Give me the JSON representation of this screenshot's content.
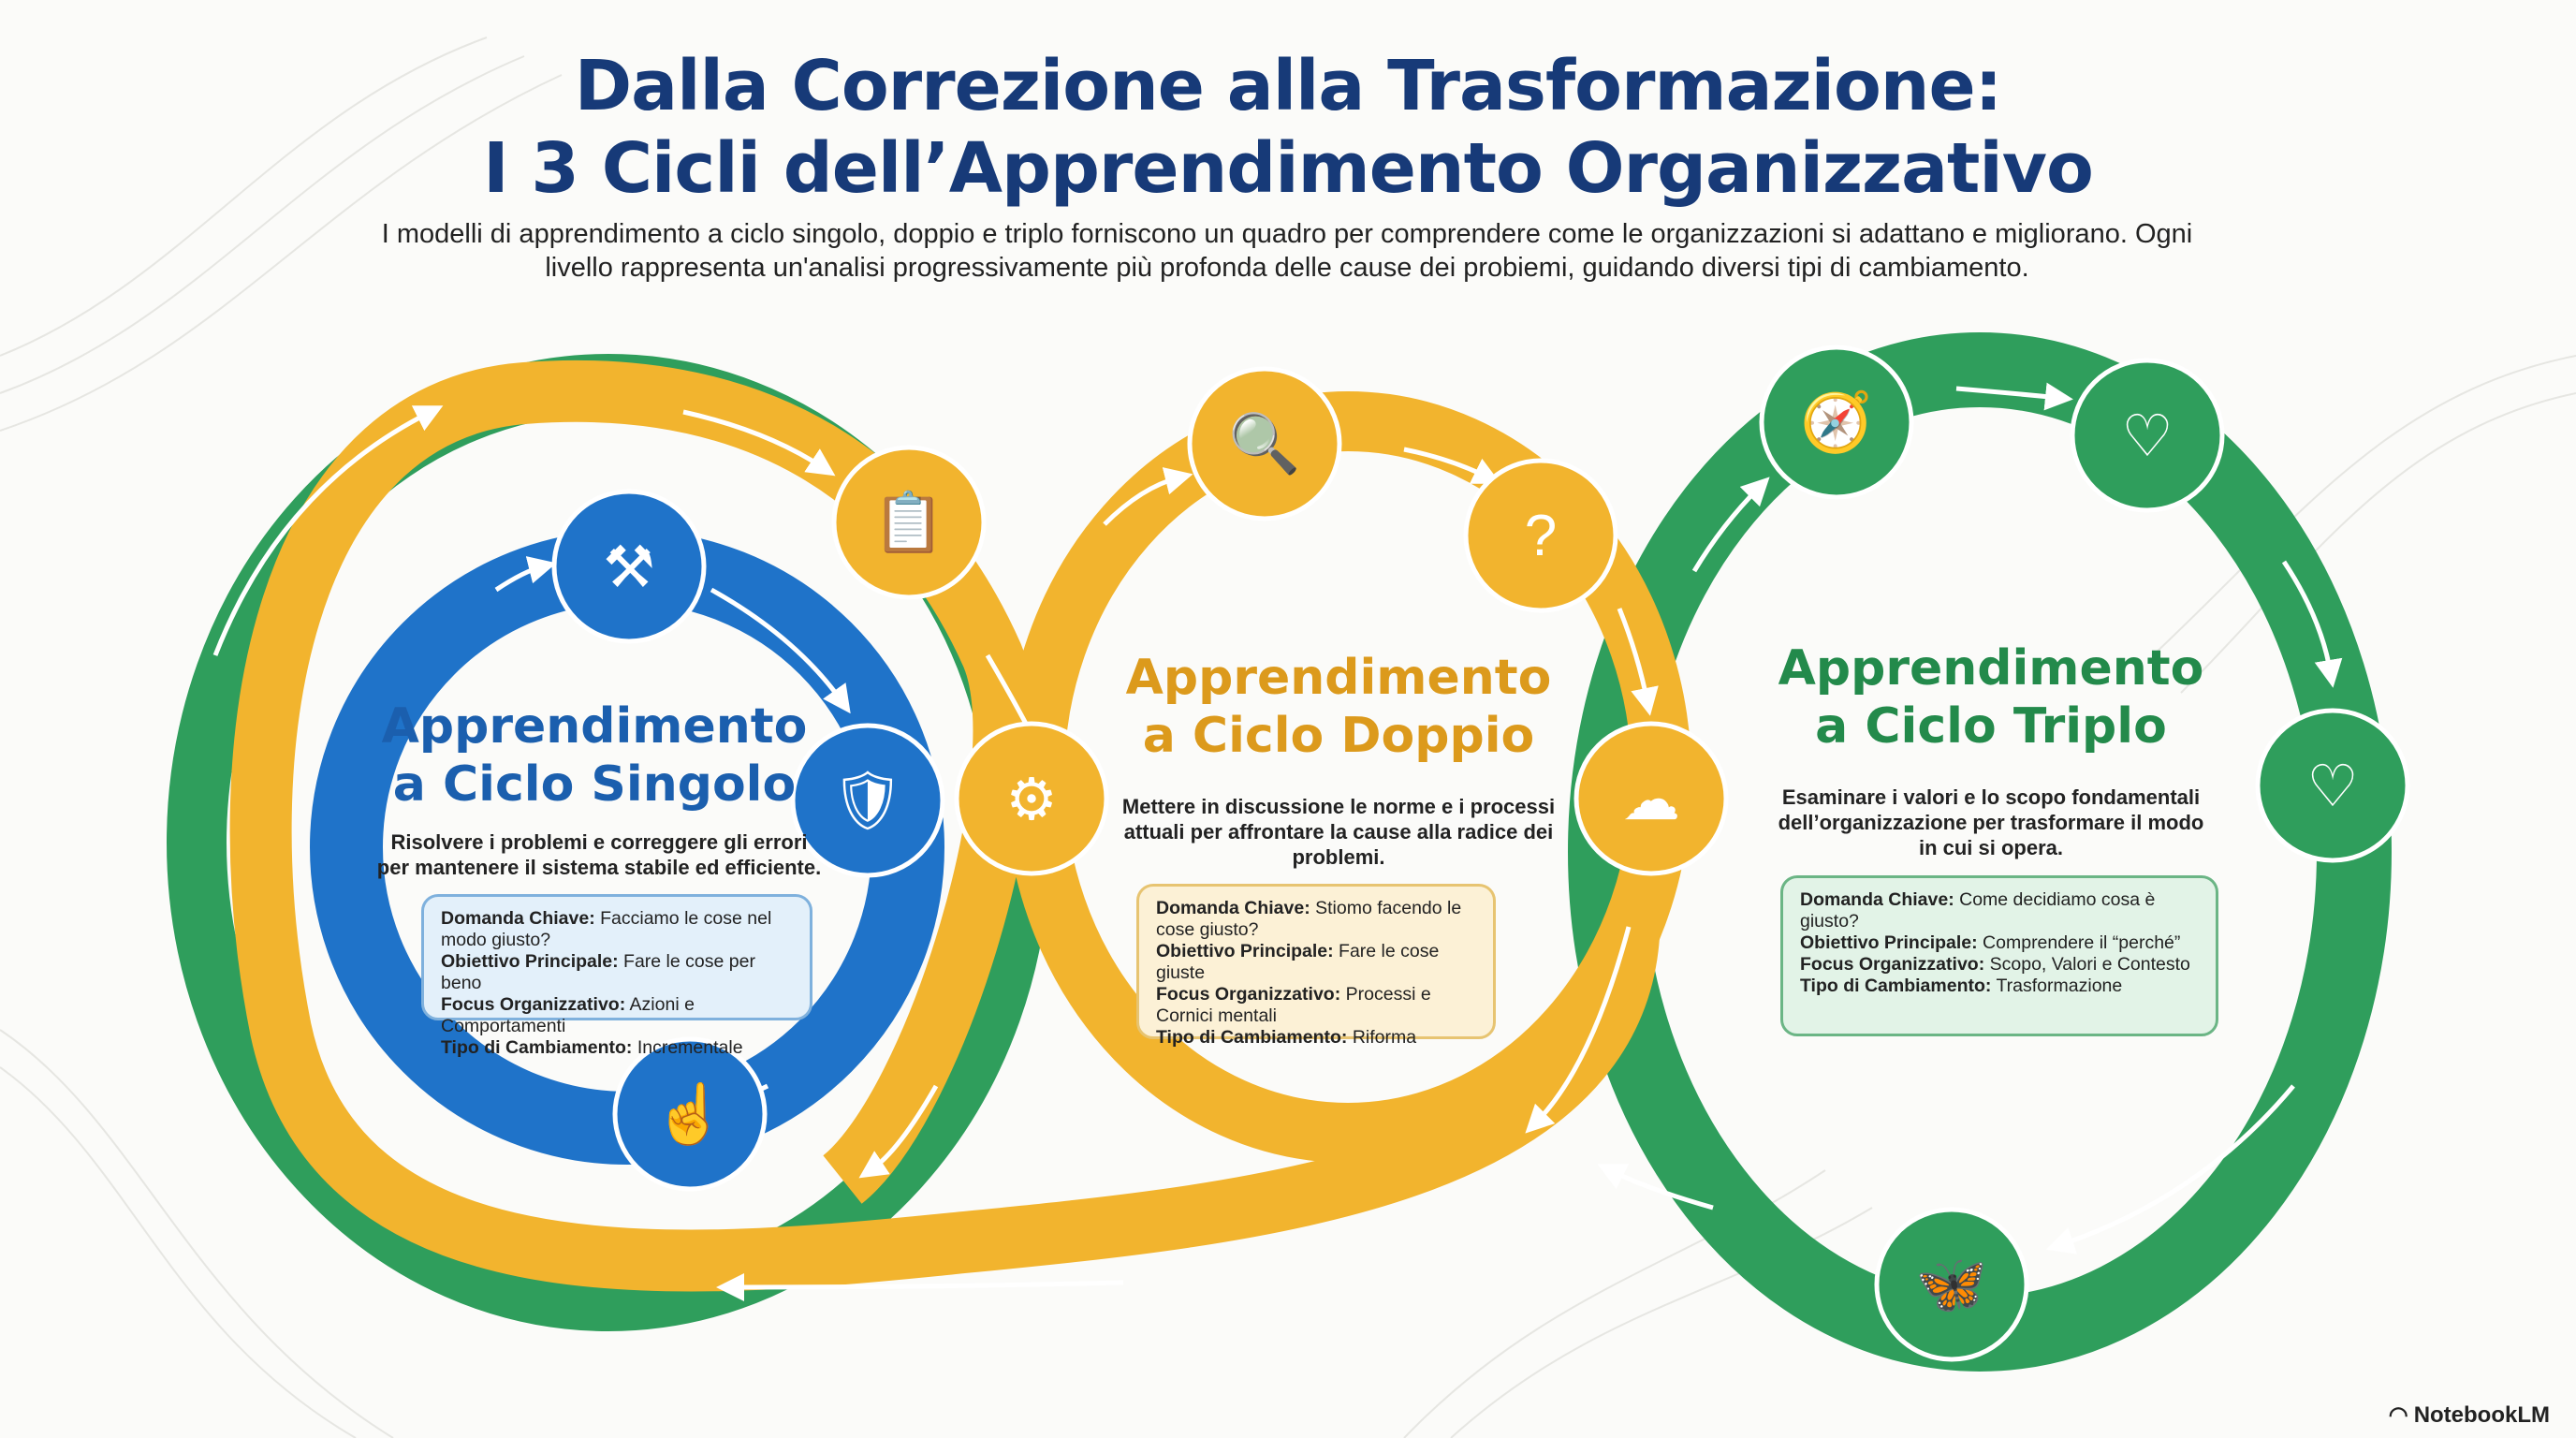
{
  "title": {
    "line1": "Dalla Correzione alla Trasformazione:",
    "line2": "I 3 Cicli dell’Apprendimento Organizzativo"
  },
  "subtitle": "I modelli di apprendimento a ciclo singolo, doppio e triplo forniscono un quadro per comprendere come le organizzazioni si adattano e migliorano. Ogni livello rappresenta un'analisi progressivamente più profonda delle cause dei probiemi, guidando diversi tipi di cambiamento.",
  "colors": {
    "blue": "#1f73c9",
    "yellow": "#f2b42e",
    "green": "#2f9e5c",
    "title": "#173a78"
  },
  "sections": [
    {
      "title1": "Apprendimento",
      "title2": "a Ciclo Singolo",
      "desc": "Risolvere i problemi e correggere gli errori per mantenere il sistema stabile ed efficiente.",
      "rows": [
        {
          "k": "Domanda Chiave:",
          "v": "Facciamo le cose nel modo giusto?"
        },
        {
          "k": "Obiettivo Principale:",
          "v": "Fare le cose per beno"
        },
        {
          "k": "Focus Organizzativo:",
          "v": "Azioni e Comportamenti"
        },
        {
          "k": "Tipo di Cambiamento:",
          "v": "Incrementale"
        }
      ],
      "icons": [
        "tools-icon",
        "shield-check-icon",
        "process-hand-icon"
      ]
    },
    {
      "title1": "Apprendimento",
      "title2": "a Ciclo Doppio",
      "desc": "Mettere in discussione le norme e i processi attuali per affrontare la cause alla radice dei problemi.",
      "rows": [
        {
          "k": "Domanda Chiave:",
          "v": "Stiomo facendo le cose giusto?"
        },
        {
          "k": "Obiettivo Principale:",
          "v": "Fare le cose giuste"
        },
        {
          "k": "Focus Organizzativo:",
          "v": "Processi e Cornici mentali"
        },
        {
          "k": "Tipo di Cambiamento:",
          "v": "Riforma"
        }
      ],
      "icons": [
        "clipboard-shield-icon",
        "gear-check-icon",
        "document-search-icon",
        "head-question-icon",
        "thought-process-icon"
      ]
    },
    {
      "title1": "Apprendimento",
      "title2": "a Ciclo Triplo",
      "desc": "Esaminare i valori e lo scopo fondamentali dell’organizzazione per trasformare il modo in cui si opera.",
      "rows": [
        {
          "k": "Domanda Chiave:",
          "v": "Come decidiamo cosa è giusto?"
        },
        {
          "k": "Obiettivo Principale:",
          "v": "Comprendere il “perché”"
        },
        {
          "k": "Focus Organizzativo:",
          "v": "Scopo, Valori e Contesto"
        },
        {
          "k": "Tipo di Cambiamento:",
          "v": "Trasformazione"
        }
      ],
      "icons": [
        "compass-icon",
        "heart-hands-icon",
        "heart-hands-icon",
        "butterfly-icon"
      ]
    }
  ],
  "brand": "NotebookLM"
}
